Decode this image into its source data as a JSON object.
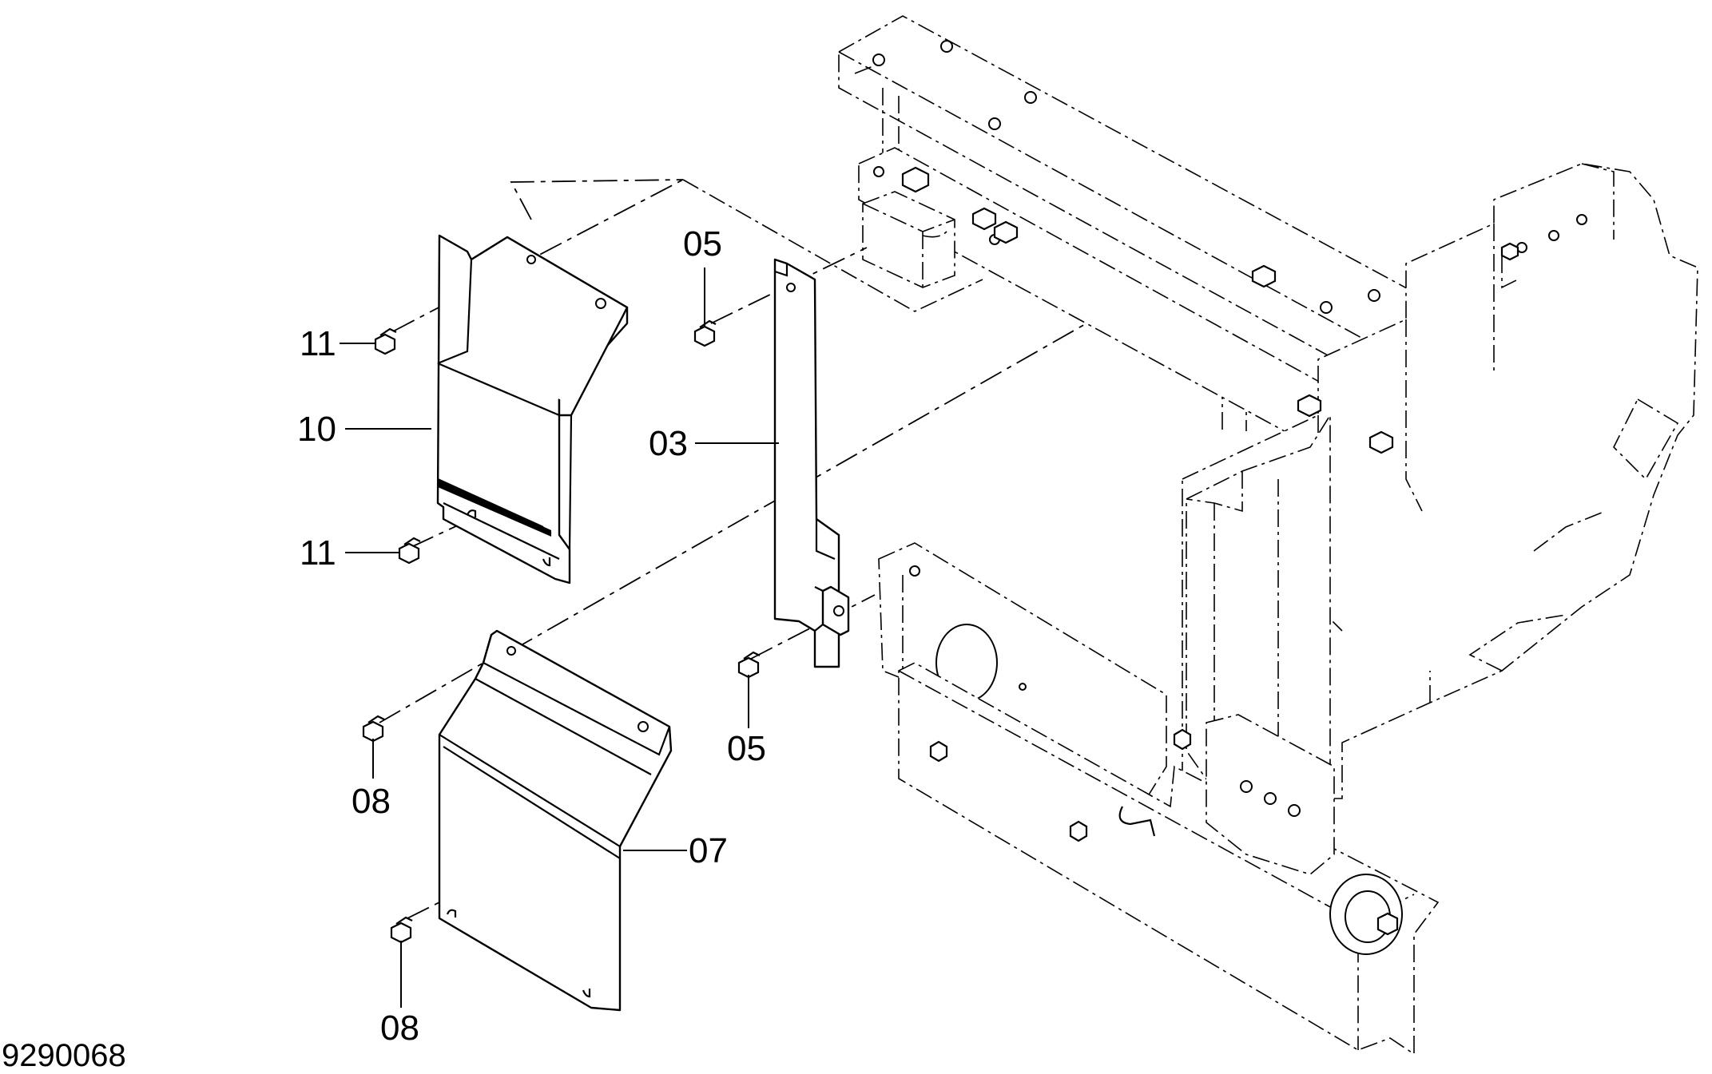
{
  "diagram": {
    "drawing_number": "9290068",
    "callouts": [
      {
        "id": "c11a",
        "label": "11"
      },
      {
        "id": "c10",
        "label": "10"
      },
      {
        "id": "c11b",
        "label": "11"
      },
      {
        "id": "c05a",
        "label": "05"
      },
      {
        "id": "c03",
        "label": "03"
      },
      {
        "id": "c05b",
        "label": "05"
      },
      {
        "id": "c08a",
        "label": "08"
      },
      {
        "id": "c07",
        "label": "07"
      },
      {
        "id": "c08b",
        "label": "08"
      }
    ]
  }
}
